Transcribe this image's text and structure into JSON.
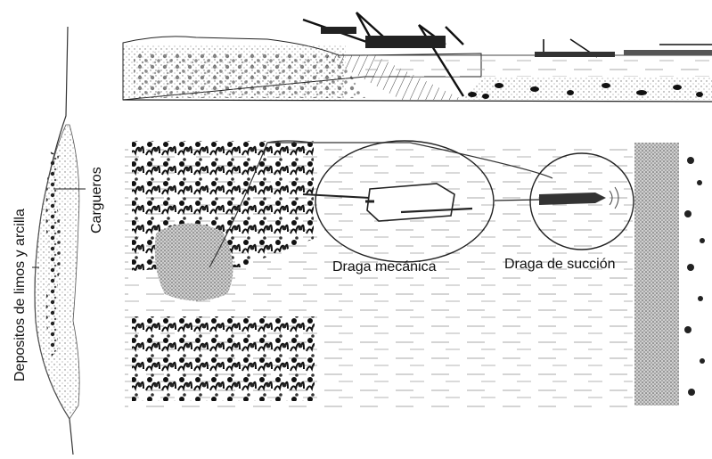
{
  "labels": {
    "deposits": "Depositos de limos y arcilla",
    "freighters": "Cargueros",
    "mechanical_dredge": "Draga mecánica",
    "suction_dredge": "Draga de succión"
  },
  "colors": {
    "ink": "#1a1a1a",
    "stipple": "#666666",
    "water_line": "#9a9a9a",
    "background": "#ffffff"
  }
}
